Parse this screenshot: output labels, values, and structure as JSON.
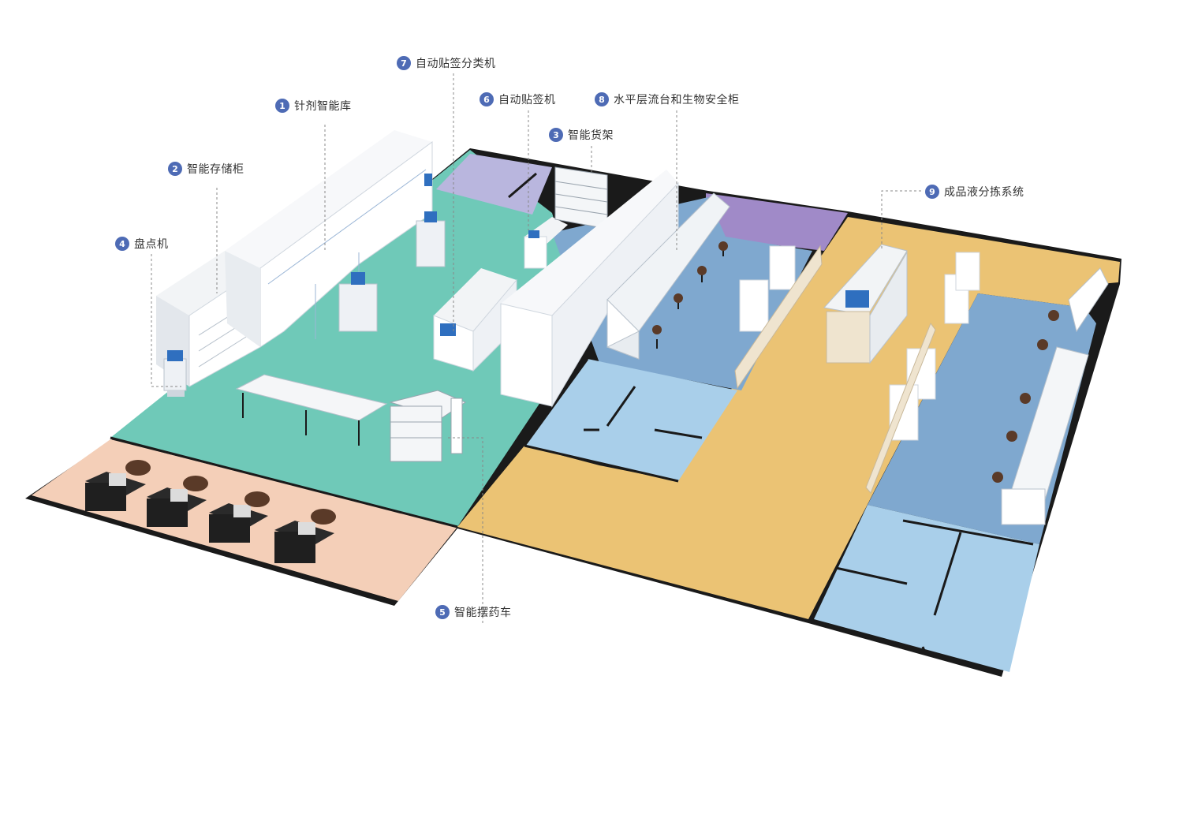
{
  "colors": {
    "pharmacy_floor": "#6fc9b8",
    "staff_zone": "#f4cfb8",
    "corridor": "#ebc374",
    "clean_room": "#7fa8cf",
    "buffer_room": "#a9cfea",
    "purple_room_a": "#b9b6de",
    "purple_room_b": "#a08ac8",
    "wall": "#1a1a1a",
    "badge": "#4e6bb5"
  },
  "callouts": [
    {
      "num": "1",
      "label": "针剂智能库"
    },
    {
      "num": "2",
      "label": "智能存储柜"
    },
    {
      "num": "3",
      "label": "智能货架"
    },
    {
      "num": "4",
      "label": "盘点机"
    },
    {
      "num": "5",
      "label": "智能摆药车"
    },
    {
      "num": "6",
      "label": "自动贴签机"
    },
    {
      "num": "7",
      "label": "自动贴签分类机"
    },
    {
      "num": "8",
      "label": "水平层流台和生物安全柜"
    },
    {
      "num": "9",
      "label": "成品液分拣系统"
    }
  ]
}
